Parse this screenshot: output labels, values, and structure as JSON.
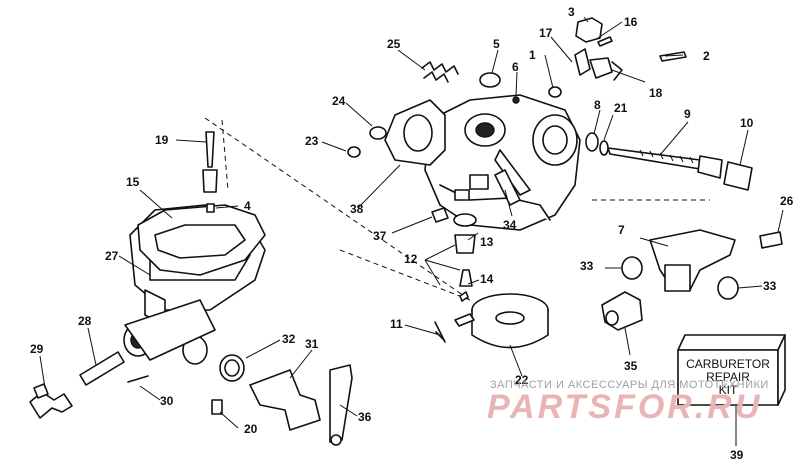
{
  "kit_box": {
    "lines": [
      "CARBURETOR",
      "REPAIR",
      "KIT"
    ]
  },
  "watermark": {
    "line1": "ЗАПЧАСТИ И АКСЕССУАРЫ ДЛЯ МОТОТЕХНИКИ",
    "line2": "PARTSFOR.RU"
  },
  "callouts": [
    "1",
    "2",
    "3",
    "4",
    "5",
    "6",
    "7",
    "8",
    "9",
    "10",
    "11",
    "12",
    "13",
    "14",
    "15",
    "16",
    "17",
    "18",
    "19",
    "20",
    "21",
    "22",
    "23",
    "24",
    "25",
    "26",
    "27",
    "28",
    "29",
    "30",
    "31",
    "32",
    "33",
    "34",
    "35",
    "36",
    "37",
    "38",
    "39"
  ]
}
